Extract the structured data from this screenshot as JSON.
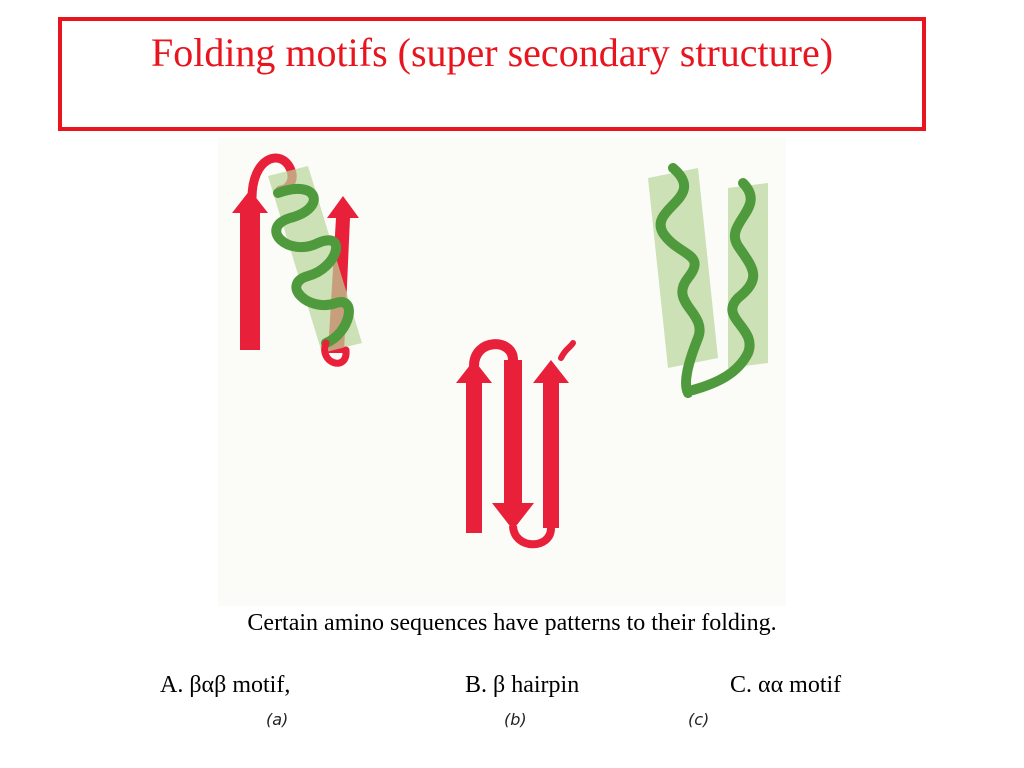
{
  "title": "Folding motifs (super secondary structure)",
  "panel_labels": [
    "(a)",
    "(b)",
    "(c)"
  ],
  "caption": "Certain amino sequences have patterns to their folding.",
  "motifs": {
    "a": "A.  βαβ motif,",
    "b": "B. β hairpin",
    "c": "C.  αα motif"
  },
  "colors": {
    "strand": "#e8203a",
    "helix": "#4f9a3c",
    "cylinder": "#b9d59a",
    "title": "#e8141e"
  }
}
